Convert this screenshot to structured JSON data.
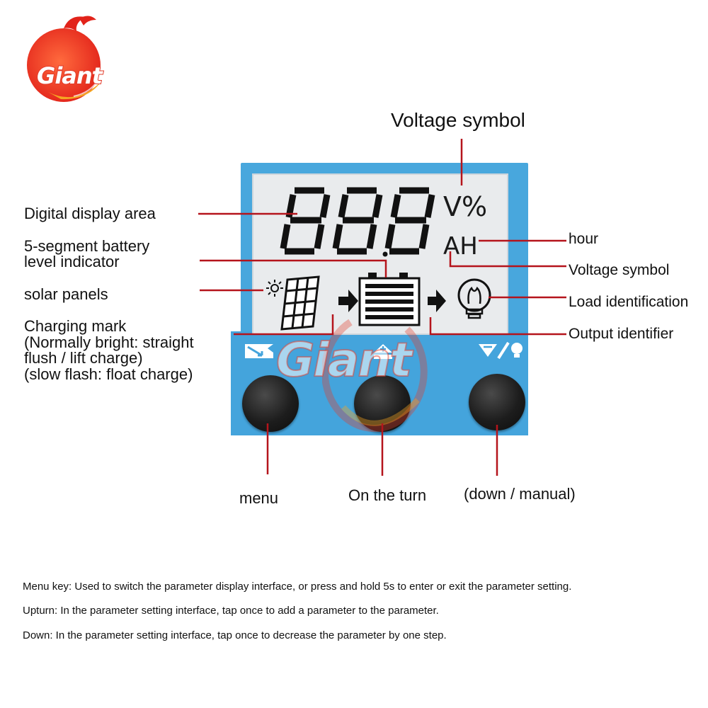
{
  "logo": {
    "text": "Giant"
  },
  "display": {
    "digits": "888",
    "unit_top": "V%",
    "unit_bottom": "AH"
  },
  "labels": {
    "voltage_symbol_top": "Voltage symbol",
    "digital_display_area": "Digital display area",
    "battery_indicator_line1": "5-segment battery",
    "battery_indicator_line2": "level indicator",
    "solar_panels": "solar panels",
    "charging_mark_line1": "Charging mark",
    "charging_mark_line2": "(Normally bright: straight",
    "charging_mark_line3": "flush / lift charge)",
    "charging_mark_line4": "(slow flash: float charge)",
    "hour": "hour",
    "voltage_symbol_right": "Voltage symbol",
    "load_identification": "Load identification",
    "output_identifier": "Output identifier",
    "menu": "menu",
    "on_the_turn": "On the turn",
    "down_manual": "(down / manual)"
  },
  "notes": [
    "Menu key: Used to switch the parameter display interface, or press and hold 5s to enter or exit the parameter setting.",
    "Upturn: In the parameter setting interface, tap once to add a parameter to the parameter.",
    "Down: In the parameter setting interface, tap once to decrease the parameter by one step."
  ],
  "watermark": "Giant",
  "colors": {
    "device_blue": "#48a7dd",
    "leader_red": "#b5141c",
    "lcd_bg": "#e9ebed",
    "logo_red": "#e23b2a",
    "logo_orange": "#f5a623"
  },
  "icons": [
    "solar-panel-icon",
    "battery-icon",
    "charging-arrow-icon",
    "output-arrow-icon",
    "bulb-icon",
    "menu-key-icon",
    "up-key-icon",
    "down-manual-key-icon"
  ]
}
